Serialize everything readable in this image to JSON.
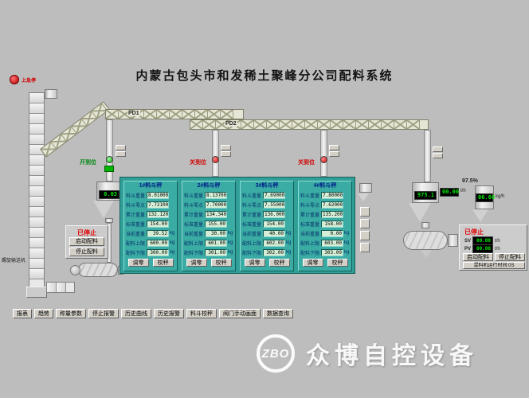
{
  "window": {
    "title": "内蒙古包头市和发稀土聚峰分公司配料系统"
  },
  "emergency": {
    "label": "上急停"
  },
  "belts": [
    {
      "label": "PD1"
    },
    {
      "label": "PD2"
    }
  ],
  "valves": {
    "v1": "开到位",
    "v2": "关到位",
    "v3": "关到位"
  },
  "left_hopper": {
    "display": "0.03"
  },
  "left_station": {
    "status": "已停止",
    "start": "启动配料",
    "stop": "停止配料"
  },
  "equipment": {
    "feeder_label": "螺旋输送机"
  },
  "scales": {
    "kg_unit": "kg",
    "row_labels": [
      "料斗重量",
      "料斗零点",
      "累计重量",
      "标准重量",
      "当前重量",
      "配料上限",
      "配料下限"
    ],
    "btn_zero": "调零",
    "btn_cal": "校秤",
    "panels": [
      {
        "title": "1#料斗秤",
        "values": [
          "8.01000",
          "7.72100",
          "132.120",
          "154.00",
          "39.52",
          "600.00",
          "300.00"
        ]
      },
      {
        "title": "2#料斗秤",
        "values": [
          "8.13700",
          "7.70000",
          "134.340",
          "155.00",
          "30.00",
          "601.00",
          "301.00"
        ]
      },
      {
        "title": "3#料斗秤",
        "values": [
          "7.69000",
          "7.55000",
          "136.000",
          "154.00",
          "40.00",
          "602.00",
          "302.00"
        ]
      },
      {
        "title": "4#料斗秤",
        "values": [
          "7.80000",
          "7.62000",
          "135.200",
          "158.00",
          "0.00",
          "603.00",
          "303.00"
        ]
      }
    ]
  },
  "flow_display": {
    "value": "00.00",
    "unit": "t/h"
  },
  "right_hopper": {
    "display": "975.1",
    "percent": "97.5%"
  },
  "right_tank": {
    "display": "06.60",
    "unit": "kg/h"
  },
  "right_station": {
    "status": "已停止",
    "rows": [
      {
        "label": "SV",
        "value": "00.00",
        "unit": "t/h"
      },
      {
        "label": "PV",
        "value": "00.00",
        "unit": "t/h"
      }
    ],
    "start": "启动配料",
    "stop": "停止配料",
    "footer": "混料机运行时间:0S"
  },
  "toolbar": [
    "报表",
    "趋势",
    "称量参数",
    "停止报警",
    "历史曲线",
    "历史报警",
    "料斗校秤",
    "阀门手动画面",
    "数据查询"
  ],
  "watermark": {
    "logo": "ZBO",
    "text": "众博自控设备"
  }
}
